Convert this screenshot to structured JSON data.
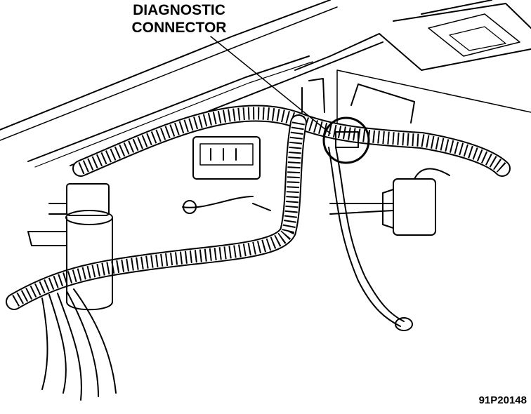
{
  "callout": {
    "line1": "DIAGNOSTIC",
    "line2": "CONNECTOR"
  },
  "figure_id": "91P20148",
  "colors": {
    "ink": "#000000",
    "paper": "#ffffff"
  }
}
